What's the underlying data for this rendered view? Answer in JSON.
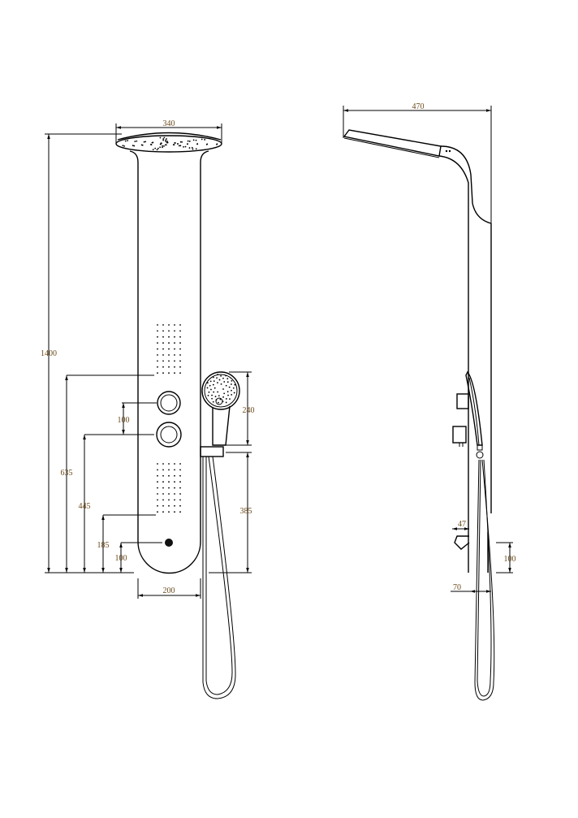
{
  "front_view": {
    "dimensions": {
      "head_width": "340",
      "total_height": "1400",
      "top_jets_height": "635",
      "lower_valve_height": "445",
      "bottom_jets_height": "185",
      "drain_height": "100",
      "valve_spacing": "100",
      "panel_width": "200",
      "handshower_length": "240",
      "holder_height": "385"
    }
  },
  "side_view": {
    "dimensions": {
      "arm_projection": "470",
      "spout_depth": "47",
      "panel_depth": "70",
      "spout_height": "100"
    }
  },
  "colors": {
    "line": "#000000",
    "dimension_text": "#6b4a1a"
  }
}
